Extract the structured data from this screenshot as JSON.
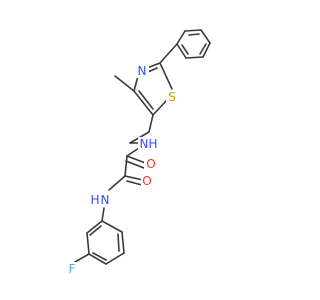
{
  "molecule": {
    "atoms": {
      "thiazole_n": "N",
      "thiazole_s": "S",
      "amide_n_upper": "N",
      "amide_h_upper": "H",
      "amide_n_lower": "N",
      "amide_h_lower": "H",
      "carbonyl_o_upper": "O",
      "carbonyl_o_lower": "O",
      "fluorine": "F"
    },
    "colors": {
      "bond": "#3b3b3b",
      "nitrogen": "#3050f8",
      "oxygen": "#ff2d2d",
      "sulfur": "#c8a000",
      "fluorine": "#49b6b8"
    }
  }
}
